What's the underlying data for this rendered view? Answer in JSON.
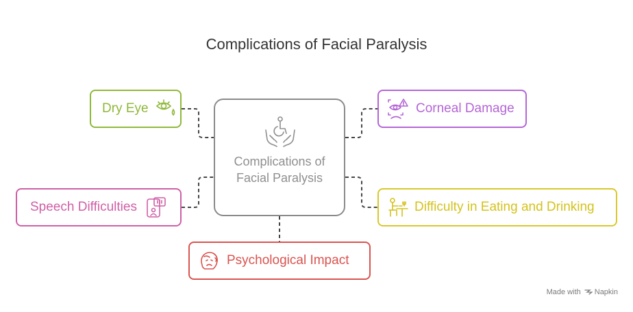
{
  "title": "Complications of Facial Paralysis",
  "center": {
    "label": "Complications of Facial Paralysis",
    "icon": "accessibility-hands-icon"
  },
  "items": {
    "dry_eye": {
      "label": "Dry Eye",
      "icon": "eye-tear-icon",
      "color": "#8fb83a"
    },
    "corneal_damage": {
      "label": "Corneal Damage",
      "icon": "eye-warning-icon",
      "color": "#b465d6"
    },
    "speech_difficulties": {
      "label": "Speech Difficulties",
      "icon": "speech-phone-icon",
      "color": "#cf5fa6"
    },
    "difficulty_eating": {
      "label": "Difficulty in Eating and Drinking",
      "icon": "person-eating-icon",
      "color": "#d4c21c"
    },
    "psychological_impact": {
      "label": "Psychological Impact",
      "icon": "sad-head-icon",
      "color": "#d9534f"
    }
  },
  "footer": {
    "made_with": "Made with",
    "brand": "Napkin"
  }
}
